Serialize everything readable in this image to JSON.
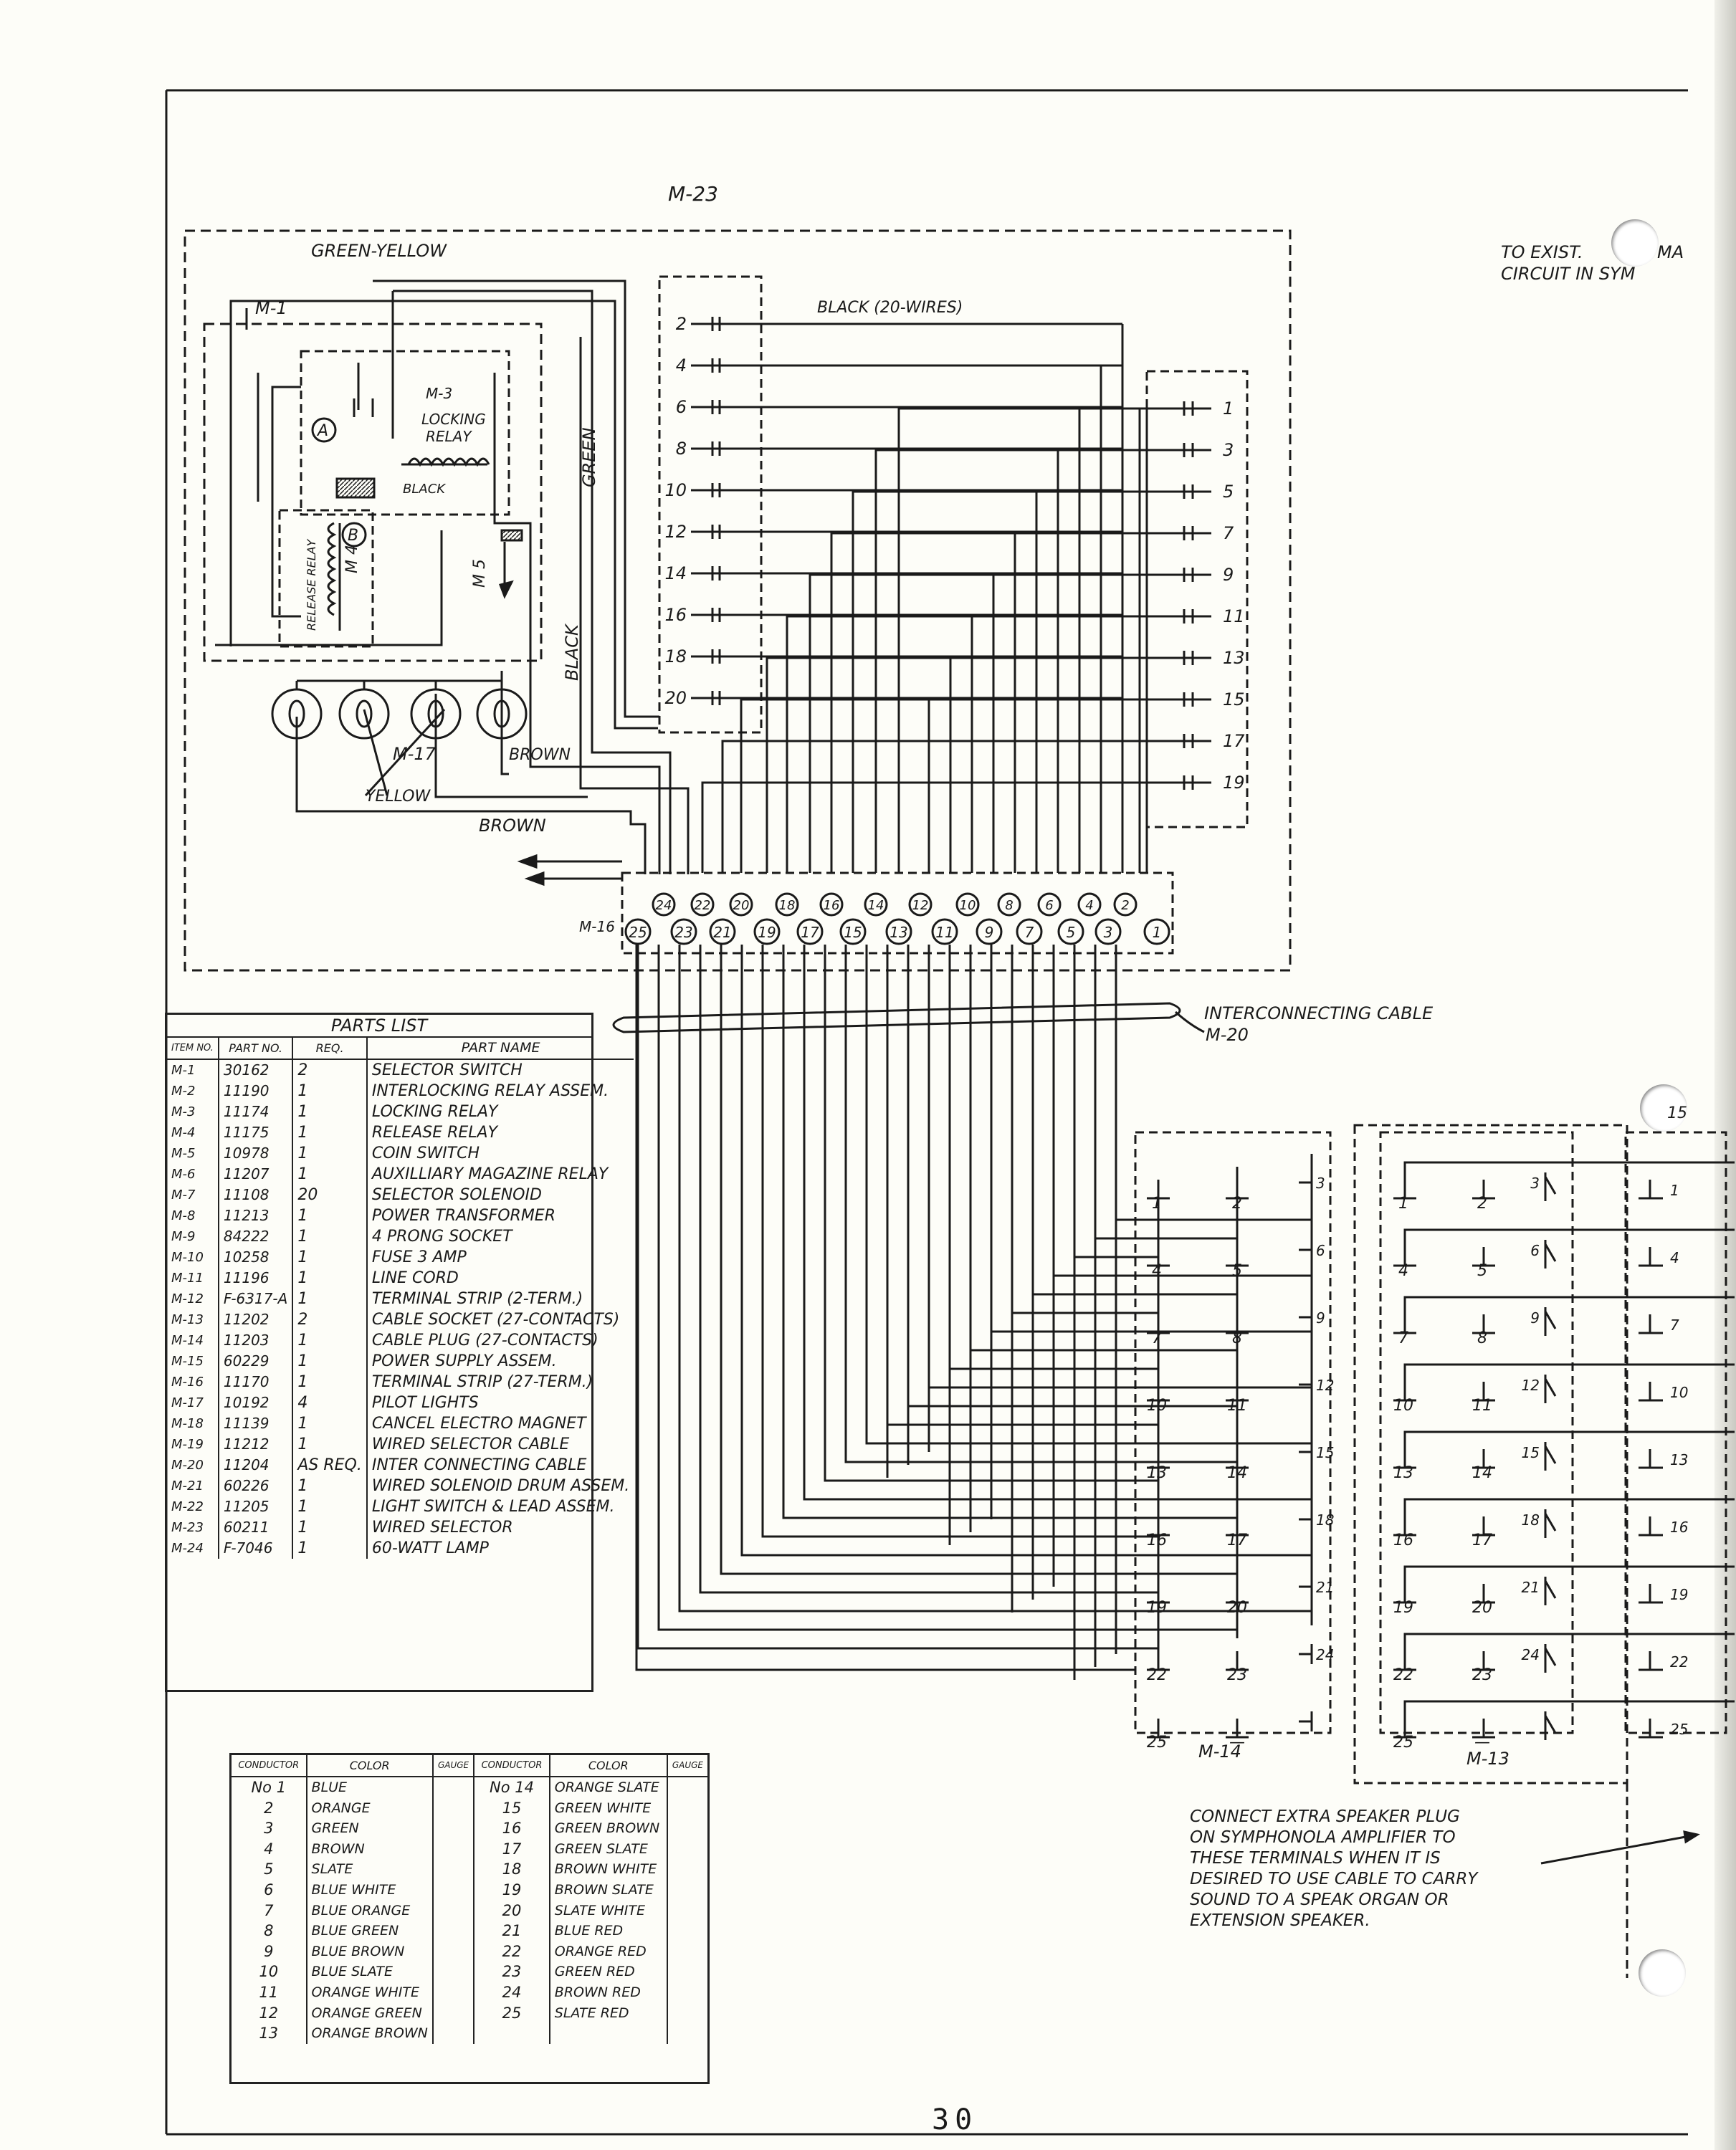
{
  "upper": {
    "assembly": "M-23",
    "green_yellow": "GREEN-YELLOW",
    "m1": "M-1",
    "m3_label": [
      "M-3",
      "LOCKING",
      "RELAY"
    ],
    "black_small": "BLACK",
    "black20": "BLACK (20-WIRES)",
    "green": "GREEN",
    "black_v": "BLACK",
    "release_relay": "RELEASE RELAY",
    "m4": "M 4",
    "m5": "M 5",
    "circle_a": "A",
    "circle_b": "B",
    "m17": "M-17",
    "yellow": "YELLOW",
    "brown1": "BROWN",
    "brown2": "BROWN",
    "m16": "M-16",
    "to_exist": [
      "TO EXIST.",
      "MA",
      "CIRCUIT IN SYM"
    ]
  },
  "selector_left_terms": [
    "2",
    "4",
    "6",
    "8",
    "10",
    "12",
    "14",
    "16",
    "18",
    "20"
  ],
  "selector_right_terms": [
    "1",
    "3",
    "5",
    "7",
    "9",
    "11",
    "13",
    "15",
    "17",
    "19"
  ],
  "strip_top": [
    "24",
    "22",
    "20",
    "18",
    "16",
    "14",
    "12",
    "10",
    "8",
    "6",
    "4",
    "2"
  ],
  "strip_bottom": [
    "25",
    "23",
    "21",
    "19",
    "17",
    "15",
    "13",
    "11",
    "9",
    "7",
    "5",
    "3",
    "1"
  ],
  "cable": [
    "INTERCONNECTING CABLE",
    "M-20"
  ],
  "plug_rows": [
    [
      "1",
      "2",
      "3"
    ],
    [
      "4",
      "5",
      "6"
    ],
    [
      "7",
      "8",
      "9"
    ],
    [
      "10",
      "11",
      "12"
    ],
    [
      "13",
      "14",
      "15"
    ],
    [
      "16",
      "17",
      "18"
    ],
    [
      "19",
      "20",
      "21"
    ],
    [
      "22",
      "23",
      "24"
    ],
    [
      "25",
      "—",
      ""
    ]
  ],
  "plug_m14": "M-14",
  "plug_m13": "M-13",
  "partial_right": [
    "1",
    "4",
    "7",
    "10",
    "13",
    "16",
    "19",
    "22",
    "25"
  ],
  "partial_top": "15",
  "note": [
    "CONNECT EXTRA SPEAKER PLUG",
    "ON SYMPHONOLA AMPLIFIER TO",
    "THESE TERMINALS WHEN IT IS",
    "DESIRED TO USE CABLE TO CARRY",
    "SOUND TO A SPEAK ORGAN OR",
    "EXTENSION SPEAKER."
  ],
  "parts_list": {
    "title": "PARTS LIST",
    "headers": [
      "ITEM NO.",
      "PART NO.",
      "REQ.",
      "PART NAME"
    ],
    "rows": [
      [
        "M-1",
        "30162",
        "2",
        "SELECTOR SWITCH"
      ],
      [
        "M-2",
        "11190",
        "1",
        "INTERLOCKING RELAY ASSEM."
      ],
      [
        "M-3",
        "11174",
        "1",
        "LOCKING RELAY"
      ],
      [
        "M-4",
        "11175",
        "1",
        "RELEASE RELAY"
      ],
      [
        "M-5",
        "10978",
        "1",
        "COIN SWITCH"
      ],
      [
        "M-6",
        "11207",
        "1",
        "AUXILLIARY MAGAZINE RELAY"
      ],
      [
        "M-7",
        "11108",
        "20",
        "SELECTOR SOLENOID"
      ],
      [
        "M-8",
        "11213",
        "1",
        "POWER TRANSFORMER"
      ],
      [
        "M-9",
        "84222",
        "1",
        "4 PRONG SOCKET"
      ],
      [
        "M-10",
        "10258",
        "1",
        "FUSE 3 AMP"
      ],
      [
        "M-11",
        "11196",
        "1",
        "LINE CORD"
      ],
      [
        "M-12",
        "F-6317-A",
        "1",
        "TERMINAL STRIP (2-TERM.)"
      ],
      [
        "M-13",
        "11202",
        "2",
        "CABLE SOCKET (27-CONTACTS)"
      ],
      [
        "M-14",
        "11203",
        "1",
        "CABLE PLUG (27-CONTACTS)"
      ],
      [
        "M-15",
        "60229",
        "1",
        "POWER SUPPLY ASSEM."
      ],
      [
        "M-16",
        "11170",
        "1",
        "TERMINAL STRIP (27-TERM.)"
      ],
      [
        "M-17",
        "10192",
        "4",
        "PILOT LIGHTS"
      ],
      [
        "M-18",
        "11139",
        "1",
        "CANCEL ELECTRO MAGNET"
      ],
      [
        "M-19",
        "11212",
        "1",
        "WIRED SELECTOR CABLE"
      ],
      [
        "M-20",
        "11204",
        "AS REQ.",
        "INTER CONNECTING CABLE"
      ],
      [
        "M-21",
        "60226",
        "1",
        "WIRED SOLENOID DRUM ASSEM."
      ],
      [
        "M-22",
        "11205",
        "1",
        "LIGHT SWITCH & LEAD ASSEM."
      ],
      [
        "M-23",
        "60211",
        "1",
        "WIRED SELECTOR"
      ],
      [
        "M-24",
        "F-7046",
        "1",
        "60-WATT LAMP"
      ]
    ]
  },
  "conductor_table": {
    "headers": [
      "CONDUCTOR",
      "COLOR",
      "GAUGE",
      "CONDUCTOR",
      "COLOR",
      "GAUGE"
    ],
    "rows": [
      [
        "No 1",
        "BLUE",
        "",
        "No 14",
        "ORANGE SLATE",
        ""
      ],
      [
        "2",
        "ORANGE",
        "",
        "15",
        "GREEN WHITE",
        ""
      ],
      [
        "3",
        "GREEN",
        "",
        "16",
        "GREEN BROWN",
        ""
      ],
      [
        "4",
        "BROWN",
        "",
        "17",
        "GREEN SLATE",
        ""
      ],
      [
        "5",
        "SLATE",
        "",
        "18",
        "BROWN WHITE",
        ""
      ],
      [
        "6",
        "BLUE WHITE",
        "",
        "19",
        "BROWN SLATE",
        ""
      ],
      [
        "7",
        "BLUE ORANGE",
        "",
        "20",
        "SLATE WHITE",
        ""
      ],
      [
        "8",
        "BLUE GREEN",
        "",
        "21",
        "BLUE RED",
        ""
      ],
      [
        "9",
        "BLUE BROWN",
        "",
        "22",
        "ORANGE RED",
        ""
      ],
      [
        "10",
        "BLUE SLATE",
        "",
        "23",
        "GREEN RED",
        ""
      ],
      [
        "11",
        "ORANGE WHITE",
        "",
        "24",
        "BROWN RED",
        ""
      ],
      [
        "12",
        "ORANGE GREEN",
        "",
        "25",
        "SLATE RED",
        ""
      ],
      [
        "13",
        "ORANGE BROWN",
        "",
        "",
        "",
        ""
      ]
    ]
  },
  "page_number": "30"
}
